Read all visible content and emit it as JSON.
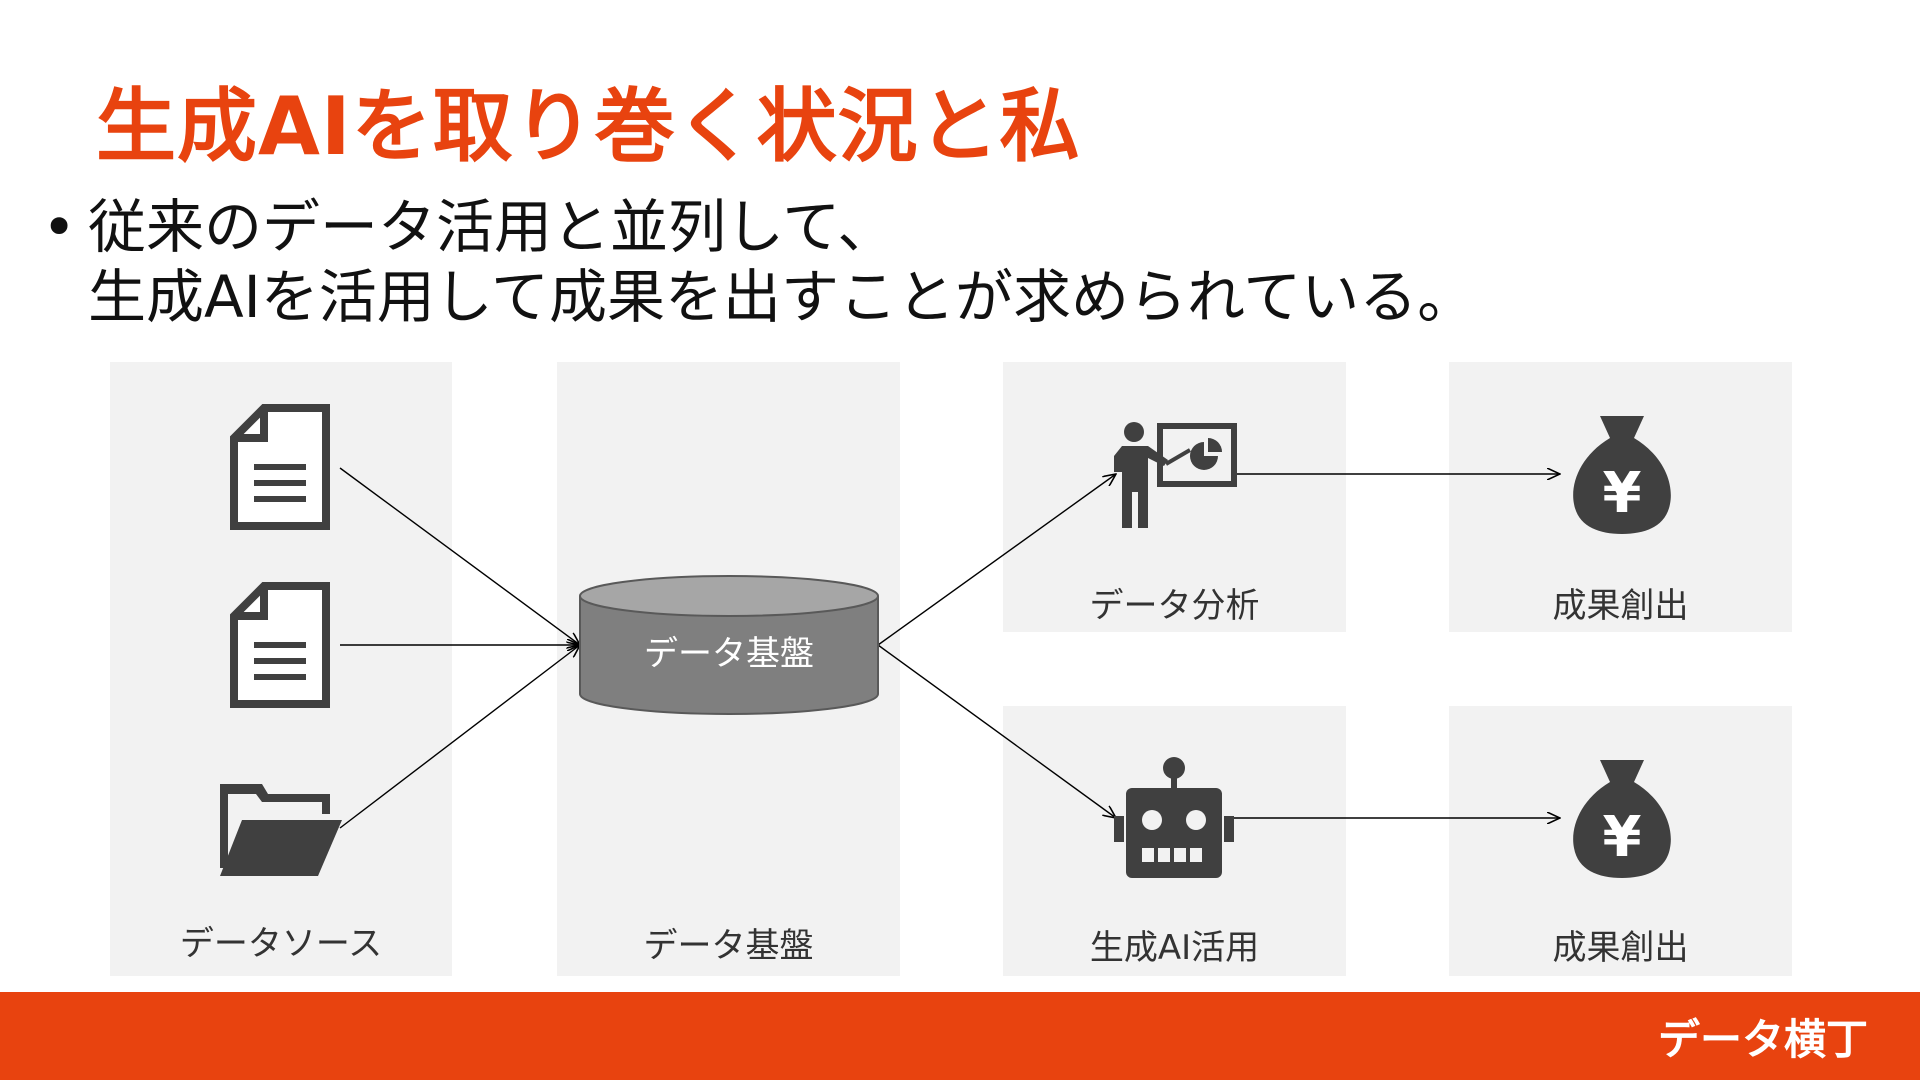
{
  "slide": {
    "title": "生成AIを取り巻く状況と私",
    "bullet_mark": "•",
    "bullet_line1": "従来のデータ活用と並列して、",
    "bullet_line2": "生成AIを活用して成果を出すことが求められている。"
  },
  "diagram": {
    "source_label": "データソース",
    "platform_label": "データ基盤",
    "database_label": "データ基盤",
    "analysis_label": "データ分析",
    "genai_label": "生成AI活用",
    "result_label_top": "成果創出",
    "result_label_bottom": "成果創出",
    "currency_glyph": "¥"
  },
  "footer": {
    "logo_text": "データ横丁"
  },
  "colors": {
    "accent": "#E8430F",
    "panel": "#F2F2F2",
    "icon": "#404040",
    "database": "#7F7F7F"
  },
  "icons": [
    "document-icon",
    "document-icon",
    "folder-icon",
    "database-icon",
    "presenter-chart-icon",
    "robot-icon",
    "money-bag-yen-icon"
  ]
}
